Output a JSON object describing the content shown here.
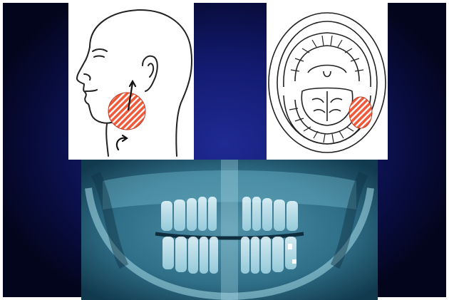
{
  "colors": {
    "slide_background": "#121a6e",
    "panel_background": "#ffffff",
    "lesion_fill": "#f05a3a",
    "lesion_stripe": "#ffffff",
    "line_art": "#222222",
    "xray_tint": "#7ec7da"
  },
  "figures": [
    {
      "name": "head-profile-illustration",
      "icon": "head-profile-icon",
      "marker": "lesion-hatched-circle"
    },
    {
      "name": "open-mouth-illustration",
      "icon": "open-mouth-icon",
      "marker": "lesion-hatched-oval"
    },
    {
      "name": "panoramic-xray",
      "icon": "dental-xray-image"
    }
  ]
}
